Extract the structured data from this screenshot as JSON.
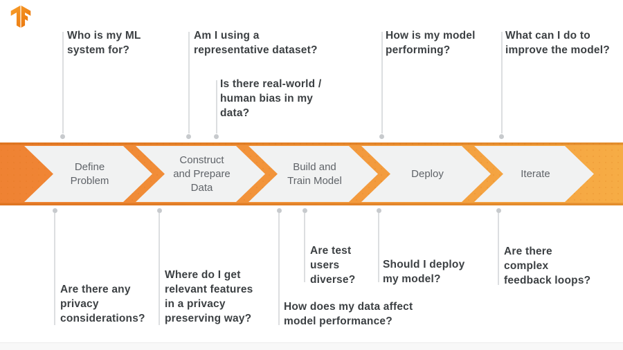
{
  "logo": {
    "name": "tensorflow-logo"
  },
  "colors": {
    "banner_orange_left": "#EF8233",
    "banner_orange_right": "#F6AC45",
    "banner_edge_dark": "#C9610B",
    "chevron_fill": "#F1F2F2",
    "question_text": "#3C4043",
    "step_text": "#5F6368",
    "connector_gray": "#DCDEE0"
  },
  "pipeline": {
    "steps": [
      {
        "label": "Define\nProblem"
      },
      {
        "label": "Construct\nand Prepare\nData"
      },
      {
        "label": "Build and\nTrain Model"
      },
      {
        "label": "Deploy"
      },
      {
        "label": "Iterate"
      }
    ]
  },
  "questions": {
    "top": [
      {
        "text": "Who is my ML\nsystem for?"
      },
      {
        "text": "Am I using a\nrepresentative dataset?"
      },
      {
        "text": "Is there real-world /\nhuman bias in my\ndata?"
      },
      {
        "text": "How is my model\nperforming?"
      },
      {
        "text": "What can I do to\nimprove the model?"
      }
    ],
    "bottom": [
      {
        "text": "Are there any\nprivacy\nconsiderations?"
      },
      {
        "text": "Where do I get\nrelevant features\nin a privacy\npreserving way?"
      },
      {
        "text": "How does my data affect\nmodel performance?"
      },
      {
        "text": "Are test\nusers\ndiverse?"
      },
      {
        "text": "Should I deploy\nmy model?"
      },
      {
        "text": "Are there\ncomplex\nfeedback loops?"
      }
    ]
  }
}
